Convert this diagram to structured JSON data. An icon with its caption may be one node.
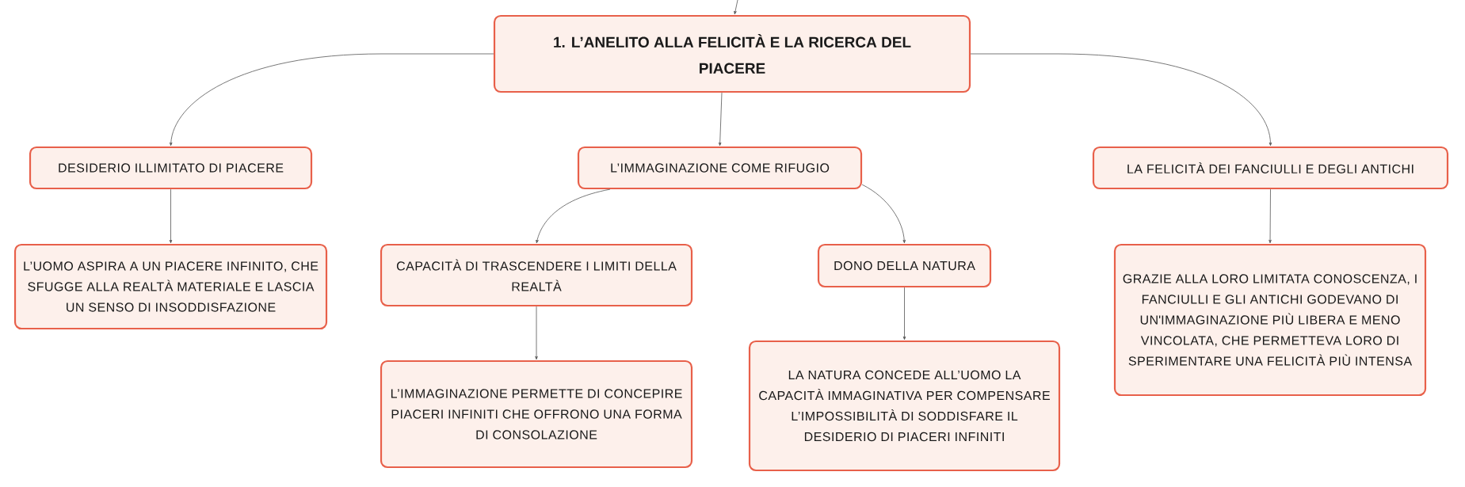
{
  "diagram": {
    "nodes": [
      {
        "text": [
          "1. L’ANELITO ALLA FELICITÀ E LA RICERCA DEL PIACERE"
        ]
      },
      {
        "text": [
          "DESIDERIO ILLIMITATO DI PIACERE"
        ]
      },
      {
        "text": [
          "L’IMMAGINAZIONE COME RIFUGIO"
        ]
      },
      {
        "text": [
          "LA FELICITÀ DEI FANCIULLI E DEGLI ANTICHI"
        ]
      },
      {
        "text": [
          "L’UOMO ASPIRA A UN PIACERE INFINITO, CHE SFUGGE ALLA REALTÀ MATERIALE E LASCIA UN SENSO DI INSODDISFAZIONE"
        ]
      },
      {
        "text": [
          "CAPACITÀ DI TRASCENDERE I LIMITI DELLA REALTÀ"
        ]
      },
      {
        "text": [
          "L’IMMAGINAZIONE PERMETTE DI CONCEPIRE PIACERI INFINITI CHE OFFRONO UNA FORMA DI CONSOLAZIONE"
        ]
      },
      {
        "text": [
          "DONO DELLA NATURA"
        ]
      },
      {
        "text": [
          "LA NATURA CONCEDE ALL’UOMO LA CAPACITÀ IMMAGINATIVA PER COMPENSARE L’IMPOSSIBILITÀ DI SODDISFARE IL DESIDERIO DI PIACERI INFINITI"
        ]
      },
      {
        "text": [
          "GRAZIE ALLA LORO LIMITATA CONOSCENZA, I FANCIULLI E GLI ANTICHI GODEVANO DI UN'IMMAGINAZIONE PIÙ LIBERA E MENO VINCOLATA, CHE PERMETTEVA LORO DI SPERIMENTARE UNA FELICITÀ PIÙ INTENSA"
        ]
      }
    ],
    "edges": [
      {
        "from": null,
        "to": 0,
        "arrow": "to"
      },
      {
        "from": 0,
        "to": 1,
        "arrow": "to"
      },
      {
        "from": 0,
        "to": 2,
        "arrow": "to"
      },
      {
        "from": 0,
        "to": 3,
        "arrow": "to"
      },
      {
        "from": 1,
        "to": 4,
        "arrow": "to"
      },
      {
        "from": 2,
        "to": 5,
        "arrow": "to"
      },
      {
        "from": 2,
        "to": 7,
        "arrow": "to"
      },
      {
        "from": 5,
        "to": 6,
        "arrow": "to"
      },
      {
        "from": 7,
        "to": 8,
        "arrow": "to"
      },
      {
        "from": 3,
        "to": 9,
        "arrow": "to"
      }
    ]
  }
}
